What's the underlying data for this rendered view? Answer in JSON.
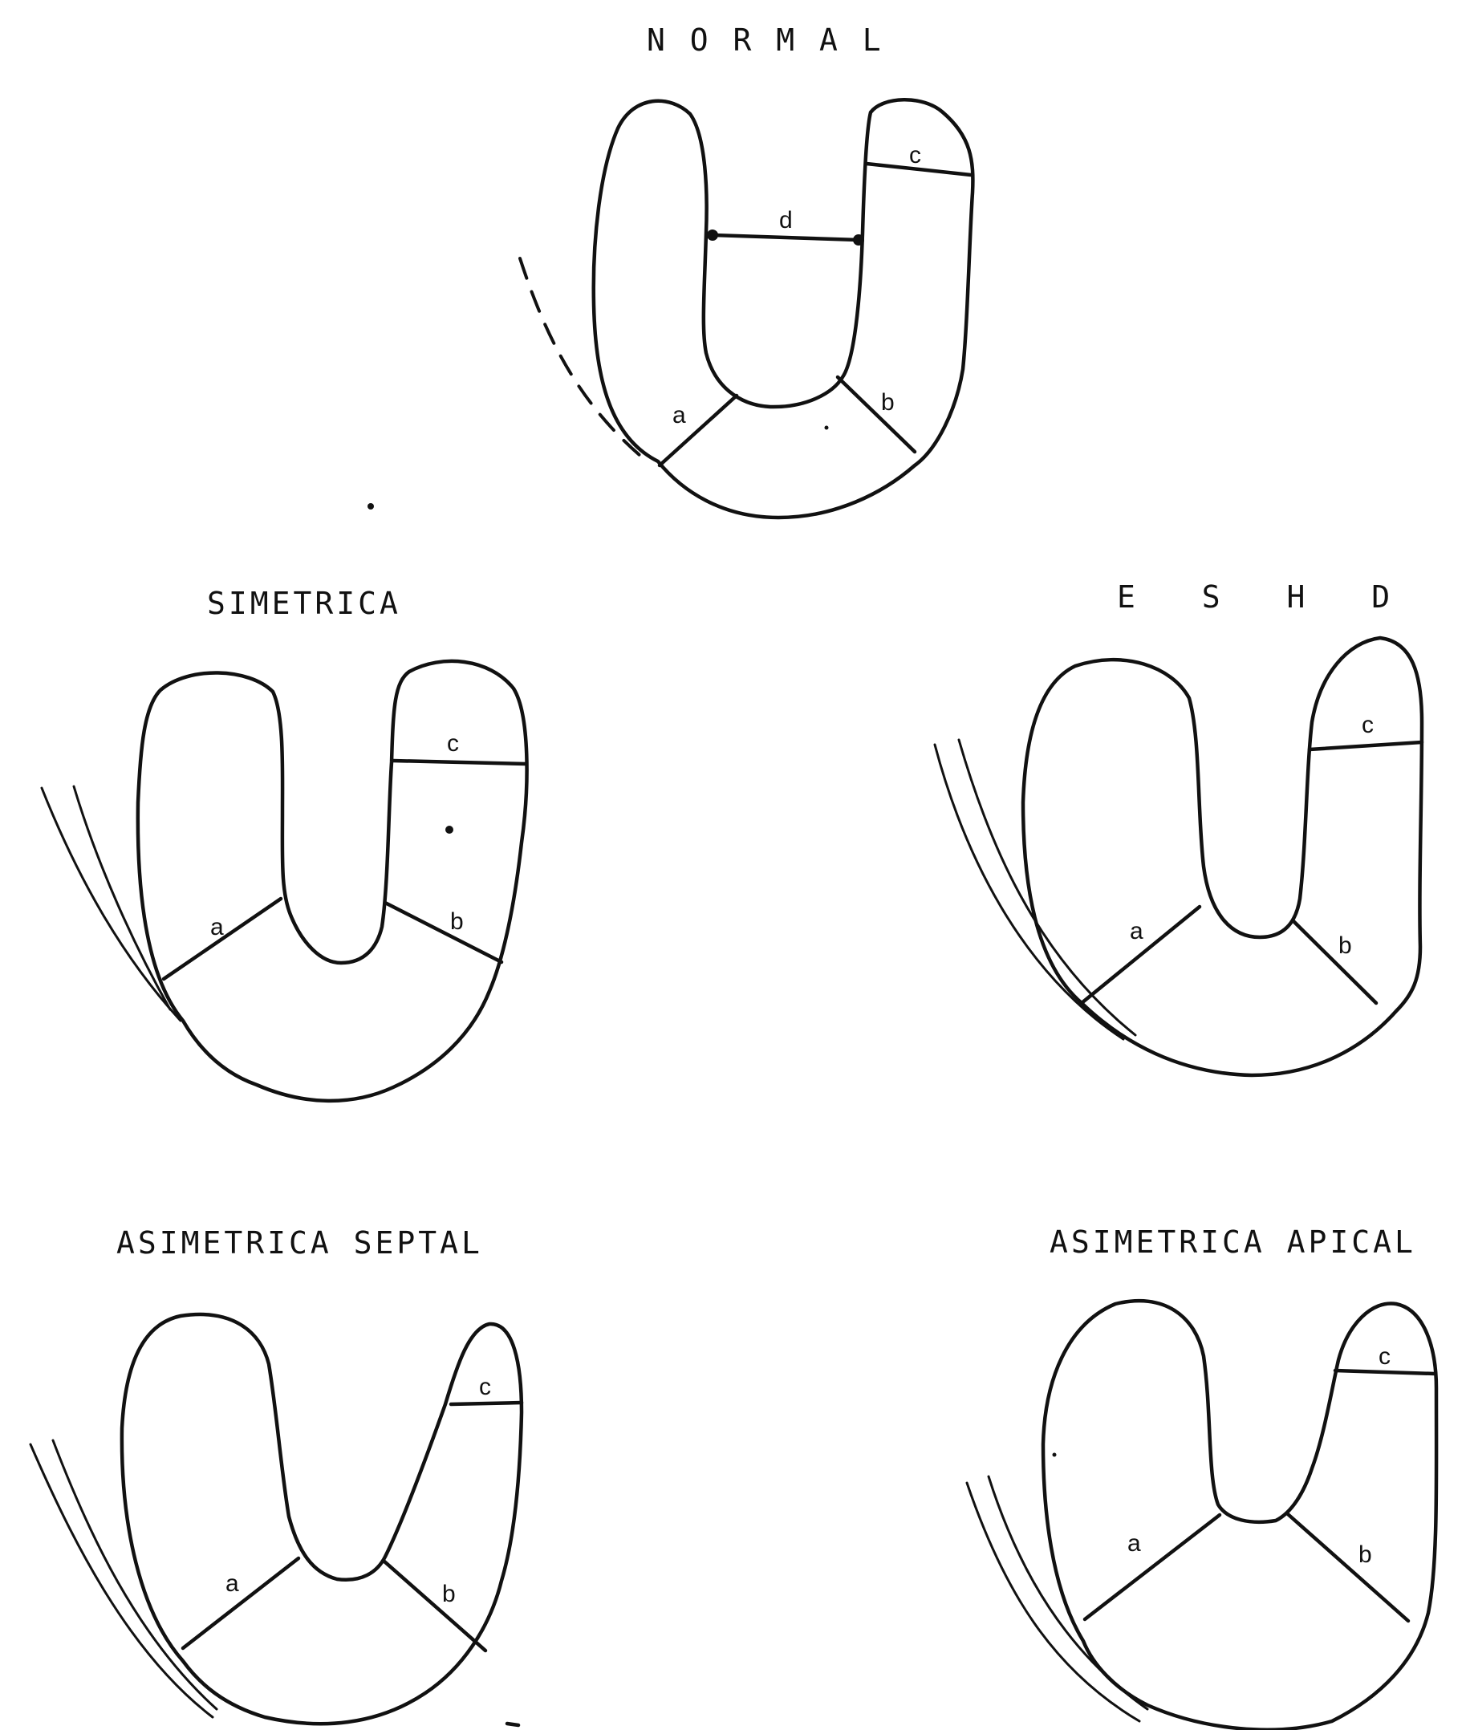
{
  "panels": {
    "normal": {
      "title": "N O R M A L",
      "labels": {
        "a": "a",
        "b": "b",
        "c": "c",
        "d": "d"
      }
    },
    "simetrica": {
      "title": "SIMETRICA",
      "labels": {
        "a": "a",
        "b": "b",
        "c": "c"
      }
    },
    "eshd": {
      "title": "E S H D",
      "labels": {
        "a": "a",
        "b": "b",
        "c": "c"
      }
    },
    "asimetrica_septal": {
      "title": "ASIMETRICA SEPTAL",
      "labels": {
        "a": "a",
        "b": "b",
        "c": "c"
      }
    },
    "asimetrica_apical": {
      "title": "ASIMETRICA APICAL",
      "labels": {
        "a": "a",
        "b": "b",
        "c": "c"
      }
    }
  }
}
